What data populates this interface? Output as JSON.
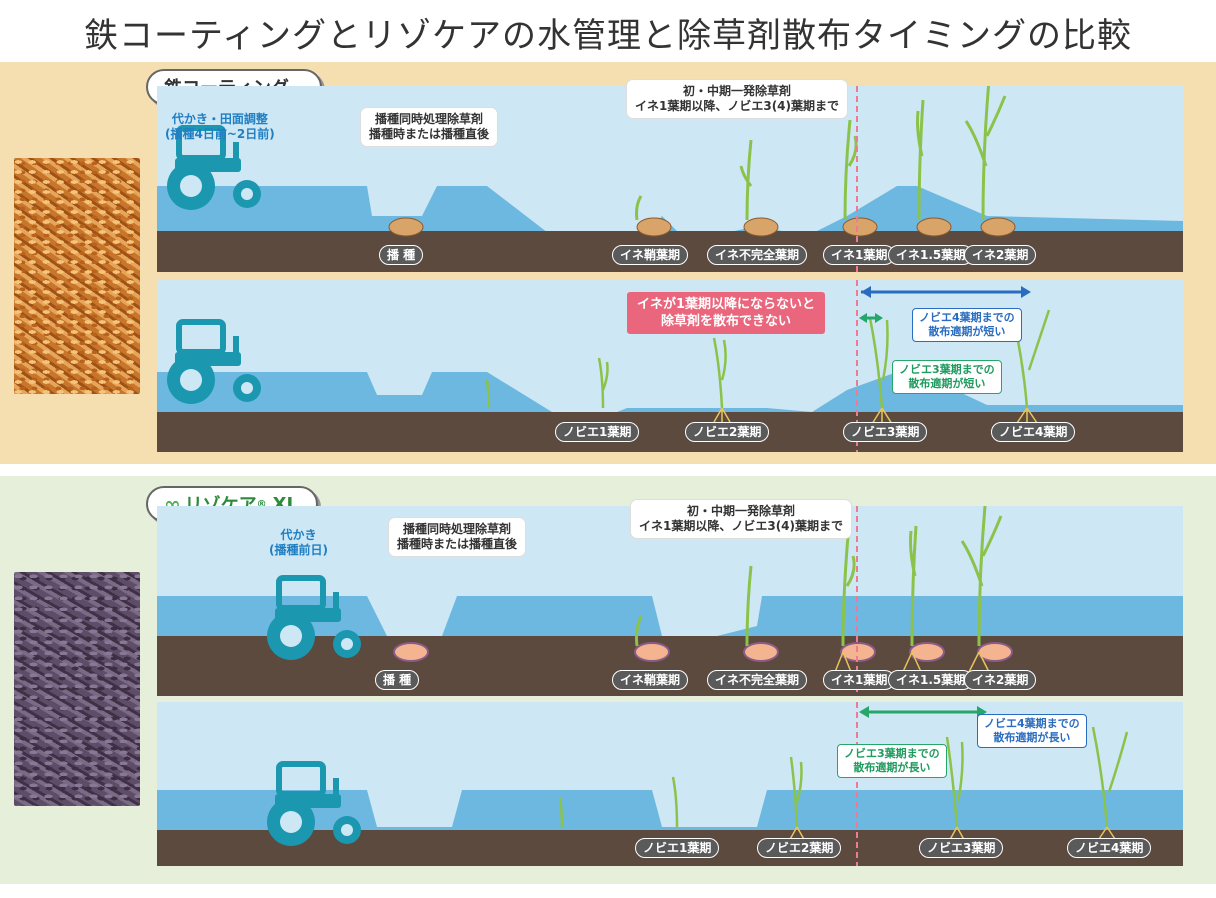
{
  "title": "鉄コーティングとリゾケアの水管理と除草剤散布タイミングの比較",
  "colors": {
    "water": "#6cb8e0",
    "sky": "#cde7f5",
    "soil": "#5d4a3f",
    "tractor": "#1b97b0",
    "dashed_line": "#f07a93",
    "arrow_blue": "#2a6cc0",
    "arrow_green": "#27a66a",
    "warn": "#e9667c"
  },
  "iron": {
    "label": "鉄コーティング",
    "prep_line1": "代かき・田面調整",
    "prep_line2": "(播種4日前~2日前)",
    "herbicide1_line1": "播種同時処理除草剤",
    "herbicide1_line2": "播種時または播種直後",
    "herbicide2_line1": "初・中期一発除草剤",
    "herbicide2_line2": "イネ1葉期以降、ノビエ3(4)葉期まで",
    "rice_stages": [
      "播 種",
      "イネ鞘葉期",
      "イネ不完全葉期",
      "イネ1葉期",
      "イネ1.5葉期",
      "イネ2葉期"
    ],
    "weed_stages": [
      "ノビエ1葉期",
      "ノビエ2葉期",
      "ノビエ3葉期",
      "ノビエ4葉期"
    ],
    "warning_line1": "イネが1葉期以降にならないと",
    "warning_line2": "除草剤を散布できない",
    "note_blue_line1": "ノビエ4葉期までの",
    "note_blue_line2": "散布適期が短い",
    "note_green_line1": "ノビエ3葉期までの",
    "note_green_line2": "散布適期が短い"
  },
  "rizo": {
    "label_main": "リゾケア",
    "label_mark": "®",
    "label_suffix": "XL",
    "prep_line1": "代かき",
    "prep_line2": "(播種前日)",
    "herbicide1_line1": "播種同時処理除草剤",
    "herbicide1_line2": "播種時または播種直後",
    "herbicide2_line1": "初・中期一発除草剤",
    "herbicide2_line2": "イネ1葉期以降、ノビエ3(4)葉期まで",
    "rice_stages": [
      "播 種",
      "イネ鞘葉期",
      "イネ不完全葉期",
      "イネ1葉期",
      "イネ1.5葉期",
      "イネ2葉期"
    ],
    "weed_stages": [
      "ノビエ1葉期",
      "ノビエ2葉期",
      "ノビエ3葉期",
      "ノビエ4葉期"
    ],
    "note_blue_line1": "ノビエ4葉期までの",
    "note_blue_line2": "散布適期が長い",
    "note_green_line1": "ノビエ3葉期までの",
    "note_green_line2": "散布適期が長い"
  }
}
